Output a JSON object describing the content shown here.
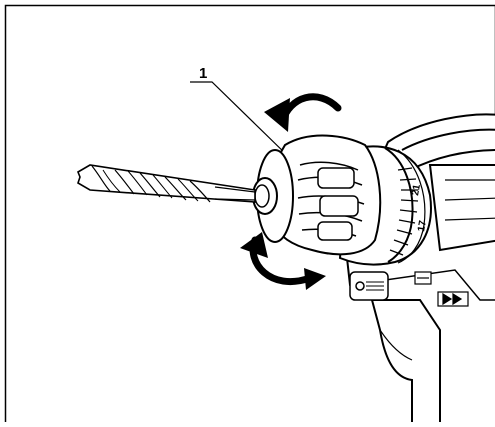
{
  "figure": {
    "callout_number": "1",
    "scale_marks": [
      "21",
      "17"
    ],
    "mode_icons": [
      "drill-bit-icon",
      "forward-arrow-icon"
    ]
  }
}
